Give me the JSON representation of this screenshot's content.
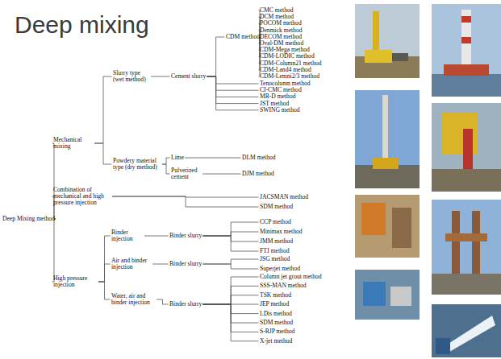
{
  "diagram": {
    "title": "Deep mixing",
    "nodes": [
      {
        "text": [
          "Deep Mixing method"
        ]
      },
      {
        "text": [
          "Mechanical mixing"
        ]
      },
      {
        "text": [
          "Slurry type (wet method)"
        ]
      },
      {
        "text": [
          "Cement slurry"
        ]
      },
      {
        "text": [
          "CDM method"
        ]
      },
      {
        "text": [
          "CMC method"
        ]
      },
      {
        "text": [
          "DCM method"
        ]
      },
      {
        "text": [
          "POCOM method"
        ]
      },
      {
        "text": [
          "Denmick method"
        ]
      },
      {
        "text": [
          "DECOM method"
        ]
      },
      {
        "text": [
          "Oval-DM method"
        ]
      },
      {
        "text": [
          "CDM-Mega method"
        ]
      },
      {
        "text": [
          "CDM-LODIC method"
        ]
      },
      {
        "text": [
          "CDM-Column21 method"
        ]
      },
      {
        "text": [
          "CDM-Land4 method"
        ]
      },
      {
        "text": [
          "CDM-Lemni2/3 method"
        ]
      },
      {
        "text": [
          "Tenocolumn method"
        ]
      },
      {
        "text": [
          "CI-CMC method"
        ]
      },
      {
        "text": [
          "MR-D method"
        ]
      },
      {
        "text": [
          "JST method"
        ]
      },
      {
        "text": [
          "SWING method"
        ]
      },
      {
        "text": [
          "Powdery material type (dry method)"
        ]
      },
      {
        "text": [
          "Lime"
        ]
      },
      {
        "text": [
          "DLM method"
        ]
      },
      {
        "text": [
          "Pulverized cement"
        ]
      },
      {
        "text": [
          "DJM method"
        ]
      },
      {
        "text": [
          "Combination of mechanical and high pressure injection"
        ]
      },
      {
        "text": [
          "JACSMAN method"
        ]
      },
      {
        "text": [
          "SDM method"
        ]
      },
      {
        "text": [
          "High pressure injection"
        ]
      },
      {
        "text": [
          "Binder injection"
        ]
      },
      {
        "text": [
          "Binder slurry"
        ]
      },
      {
        "text": [
          "CCP method"
        ]
      },
      {
        "text": [
          "Minimax method"
        ]
      },
      {
        "text": [
          "JMM method"
        ]
      },
      {
        "text": [
          "FTJ method"
        ]
      },
      {
        "text": [
          "Air and binder injection"
        ]
      },
      {
        "text": [
          "Binder slurry"
        ]
      },
      {
        "text": [
          "JSG method"
        ]
      },
      {
        "text": [
          "Superjet method"
        ]
      },
      {
        "text": [
          "Water, air and binder injection"
        ]
      },
      {
        "text": [
          "Binder slurry"
        ]
      },
      {
        "text": [
          "Column jet grout method"
        ]
      },
      {
        "text": [
          "SSS-MAN method"
        ]
      },
      {
        "text": [
          "TSK method"
        ]
      },
      {
        "text": [
          "JEP method"
        ]
      },
      {
        "text": [
          "LDis method"
        ]
      },
      {
        "text": [
          "SDM method"
        ]
      },
      {
        "text": [
          "S-RJP method"
        ]
      },
      {
        "text": [
          "X-jet method"
        ]
      }
    ],
    "edges": [
      {
        "from": 0,
        "to": 1,
        "arrow": "none"
      },
      {
        "from": 0,
        "to": 26,
        "arrow": "none"
      },
      {
        "from": 0,
        "to": 29,
        "arrow": "none"
      },
      {
        "from": 1,
        "to": 2,
        "arrow": "none"
      },
      {
        "from": 1,
        "to": 21,
        "arrow": "none"
      },
      {
        "from": 2,
        "to": 3,
        "arrow": "none"
      },
      {
        "from": 3,
        "to": 4,
        "arrow": "none"
      },
      {
        "from": 4,
        "to": 5,
        "arrow": "none"
      },
      {
        "from": 4,
        "to": 6,
        "arrow": "none"
      },
      {
        "from": 4,
        "to": 7,
        "arrow": "none"
      },
      {
        "from": 4,
        "to": 8,
        "arrow": "none"
      },
      {
        "from": 4,
        "to": 9,
        "arrow": "none"
      },
      {
        "from": 4,
        "to": 10,
        "arrow": "none"
      },
      {
        "from": 4,
        "to": 11,
        "arrow": "none"
      },
      {
        "from": 4,
        "to": 12,
        "arrow": "none"
      },
      {
        "from": 4,
        "to": 13,
        "arrow": "none"
      },
      {
        "from": 4,
        "to": 14,
        "arrow": "none"
      },
      {
        "from": 4,
        "to": 15,
        "arrow": "none"
      },
      {
        "from": 3,
        "to": 16,
        "arrow": "none"
      },
      {
        "from": 3,
        "to": 17,
        "arrow": "none"
      },
      {
        "from": 3,
        "to": 18,
        "arrow": "none"
      },
      {
        "from": 3,
        "to": 19,
        "arrow": "none"
      },
      {
        "from": 3,
        "to": 20,
        "arrow": "none"
      },
      {
        "from": 21,
        "to": 22,
        "arrow": "none"
      },
      {
        "from": 21,
        "to": 24,
        "arrow": "none"
      },
      {
        "from": 22,
        "to": 23,
        "arrow": "none"
      },
      {
        "from": 24,
        "to": 25,
        "arrow": "none"
      },
      {
        "from": 26,
        "to": 27,
        "arrow": "none"
      },
      {
        "from": 26,
        "to": 28,
        "arrow": "none"
      },
      {
        "from": 29,
        "to": 30,
        "arrow": "none"
      },
      {
        "from": 29,
        "to": 36,
        "arrow": "none"
      },
      {
        "from": 29,
        "to": 40,
        "arrow": "none"
      },
      {
        "from": 30,
        "to": 31,
        "arrow": "none"
      },
      {
        "from": 31,
        "to": 32,
        "arrow": "none"
      },
      {
        "from": 31,
        "to": 33,
        "arrow": "none"
      },
      {
        "from": 31,
        "to": 34,
        "arrow": "none"
      },
      {
        "from": 31,
        "to": 35,
        "arrow": "none"
      },
      {
        "from": 36,
        "to": 37,
        "arrow": "none"
      },
      {
        "from": 37,
        "to": 38,
        "arrow": "none"
      },
      {
        "from": 37,
        "to": 39,
        "arrow": "none"
      },
      {
        "from": 40,
        "to": 41,
        "arrow": "none"
      },
      {
        "from": 41,
        "to": 42,
        "arrow": "none"
      },
      {
        "from": 41,
        "to": 43,
        "arrow": "none"
      },
      {
        "from": 41,
        "to": 44,
        "arrow": "none"
      },
      {
        "from": 41,
        "to": 45,
        "arrow": "none"
      },
      {
        "from": 41,
        "to": 46,
        "arrow": "none"
      },
      {
        "from": 41,
        "to": 47,
        "arrow": "none"
      },
      {
        "from": 41,
        "to": 48,
        "arrow": "none"
      },
      {
        "from": 41,
        "to": 49,
        "arrow": "none"
      }
    ]
  }
}
